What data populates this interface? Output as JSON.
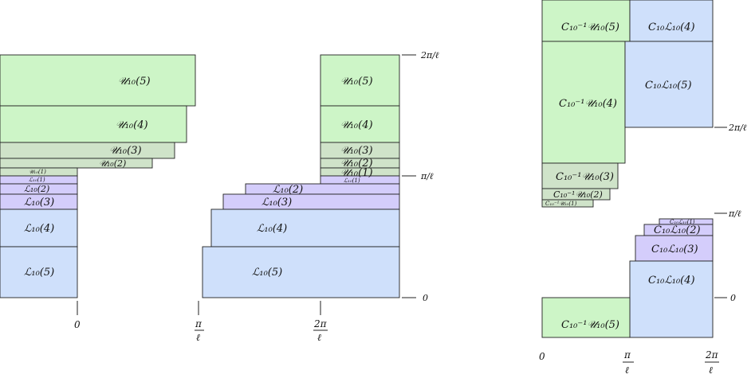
{
  "colors": {
    "upper_fill": "#cdf5c7",
    "upper_dark_fill": "#cfe3c9",
    "lower_fill": "#cfe0fb",
    "lower_violet_fill": "#d4cdfb",
    "stroke": "#222222"
  },
  "labels": {
    "U5": "𝒰₁₀(5)",
    "U4": "𝒰₁₀(4)",
    "U3": "𝒰₁₀(3)",
    "U2": "𝒰₁₀(2)",
    "U1": "𝒰₁₀(1)",
    "L1": "ℒ₁₀(1)",
    "L2": "ℒ₁₀(2)",
    "L3": "ℒ₁₀(3)",
    "L4": "ℒ₁₀(4)",
    "L5": "ℒ₁₀(5)",
    "CinvU5": "C₁₀⁻¹𝒰₁₀(5)",
    "CinvU4": "C₁₀⁻¹𝒰₁₀(4)",
    "CinvU3": "C₁₀⁻¹𝒰₁₀(3)",
    "CinvU2": "C₁₀⁻¹𝒰₁₀(2)",
    "CinvU1": "C₁₀⁻¹𝒰₁₀(1)",
    "CL1": "C₁₀ℒ₁₀(1)",
    "CL2": "C₁₀ℒ₁₀(2)",
    "CL3": "C₁₀ℒ₁₀(3)",
    "CL4": "C₁₀ℒ₁₀(4)",
    "CL5": "C₁₀ℒ₁₀(5)"
  },
  "axis": {
    "zero": "0",
    "pi_over_l": "π/ℓ",
    "two_pi_over_l": "2π/ℓ",
    "pi_num": "π",
    "two_pi_num": "2π",
    "ell": "ℓ"
  }
}
